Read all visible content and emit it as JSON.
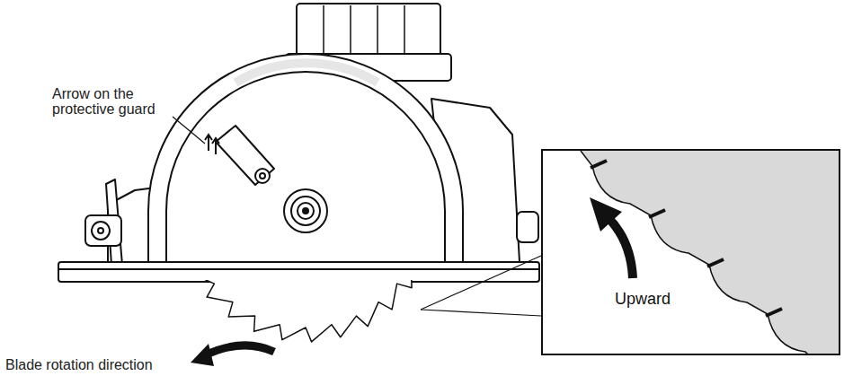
{
  "diagram": {
    "nodes": [
      {
        "text": [
          "Upward"
        ]
      }
    ],
    "labels": [
      "Arrow on the protective guard",
      "Blade rotation direction"
    ]
  }
}
